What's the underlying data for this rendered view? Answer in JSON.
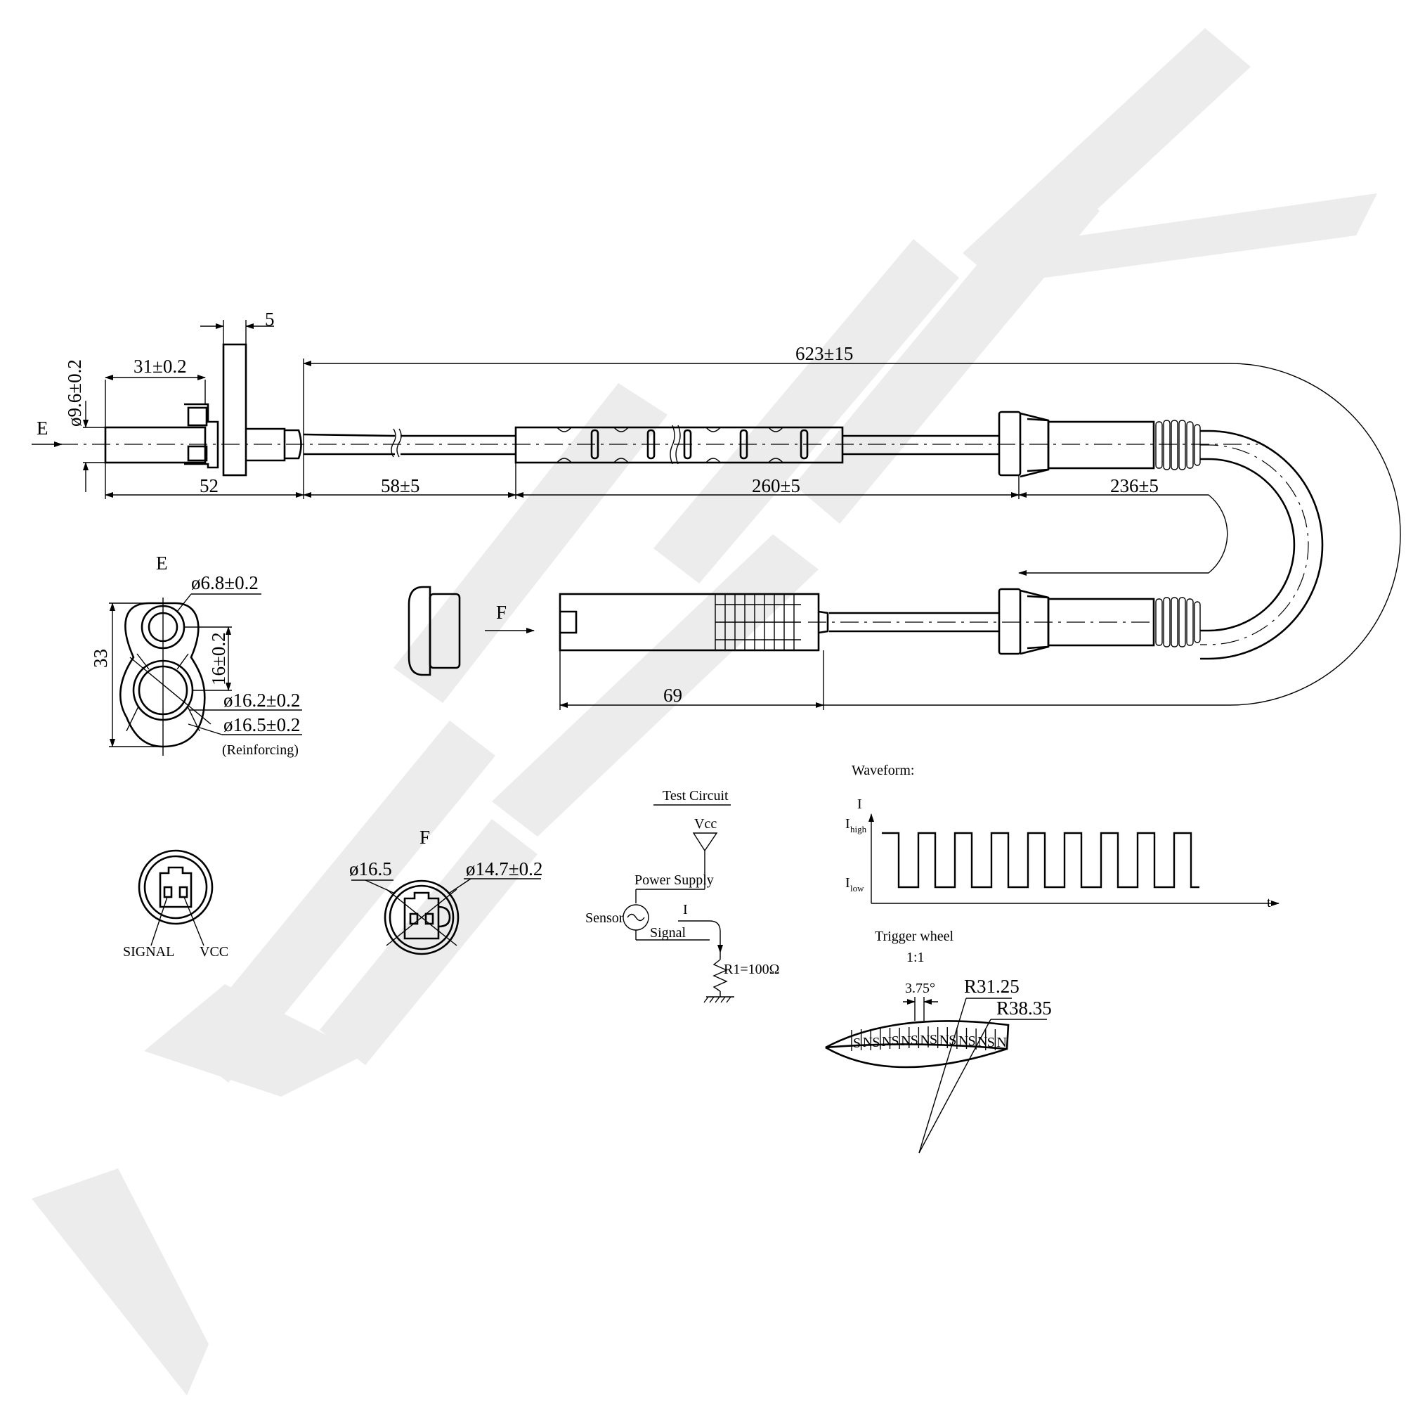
{
  "watermark": {
    "text": "ZENWEK",
    "color": "#ececec"
  },
  "views": {
    "e_arrow": "E",
    "f_arrow": "F",
    "e_view_label": "E",
    "f_view_label": "F"
  },
  "dimensions": {
    "d_flange_thick": "5",
    "d_sensor_dia": "ø9.6±0.2",
    "d_head_len": "31±0.2",
    "d_head_total": "52",
    "d_total_len": "623±15",
    "d_seg1": "58±5",
    "d_seg2": "260±5",
    "d_seg3": "236±5",
    "d_conn_len": "69"
  },
  "e_view": {
    "hole_dia": "ø6.8±0.2",
    "height": "33",
    "center_dist": "16±0.2",
    "body_dia": "ø16.2±0.2",
    "reinf_dia": "ø16.5±0.2",
    "reinf_note": "(Reinforcing)"
  },
  "pinout": {
    "signal": "SIGNAL",
    "vcc": "VCC"
  },
  "f_view": {
    "outer_dia": "ø16.5",
    "inner_dia": "ø14.7±0.2"
  },
  "test_circuit": {
    "title": "Test Circuit",
    "vcc": "Vcc",
    "power_supply": "Power Supply",
    "sensor": "Sensor",
    "current": "I",
    "signal": "Signal",
    "resistor": "R1=100Ω"
  },
  "waveform": {
    "title": "Waveform:",
    "i_axis": "I",
    "i_high": "I",
    "i_high_sub": "high",
    "i_low": "I",
    "i_low_sub": "low",
    "t_axis": "t",
    "pulse_count": 9
  },
  "trigger_wheel": {
    "title": "Trigger wheel",
    "scale": "1:1",
    "pitch_angle": "3.75°",
    "inner_radius": "R31.25",
    "outer_radius": "R38.35",
    "poles": [
      "S",
      "N",
      "S",
      "N",
      "S",
      "N",
      "S",
      "N",
      "S",
      "N",
      "S",
      "N",
      "S",
      "N",
      "S",
      "N"
    ]
  }
}
